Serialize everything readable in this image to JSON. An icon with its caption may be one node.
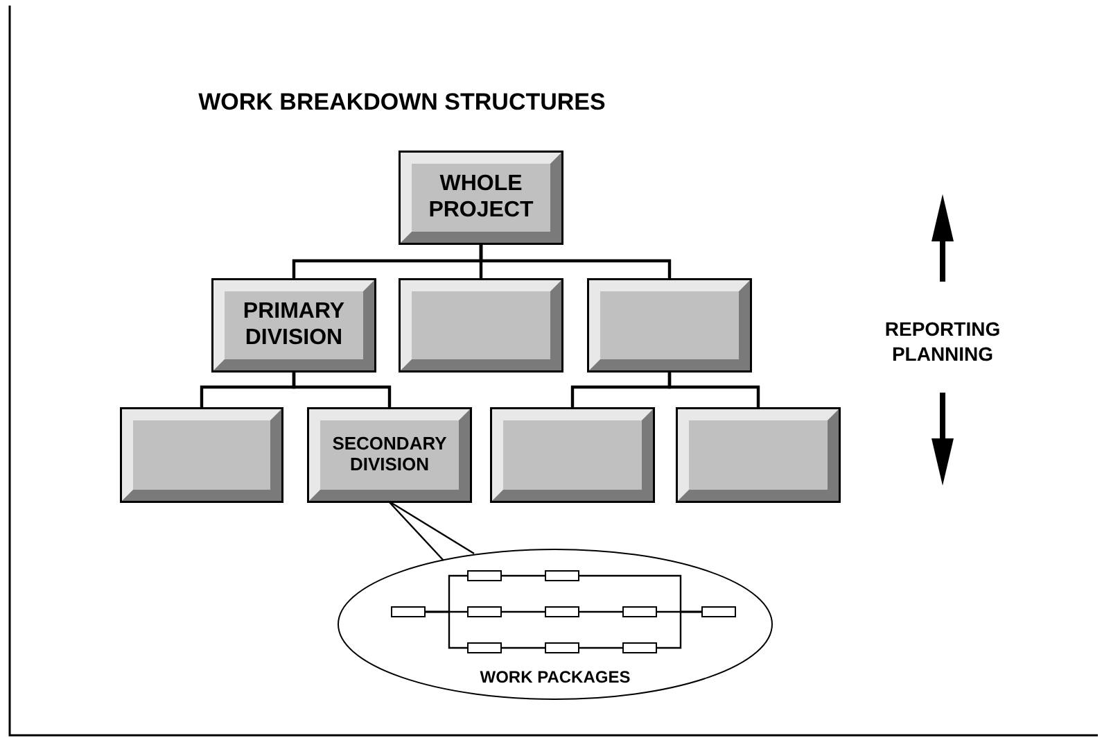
{
  "diagram": {
    "title": "WORK BREAKDOWN STRUCTURES",
    "nodes": [
      {
        "text": [
          "WHOLE PROJECT"
        ]
      },
      {
        "text": [
          "PRIMARY DIVISION"
        ]
      },
      {
        "text": [],
        "shape": "box"
      },
      {
        "text": [],
        "shape": "box"
      },
      {
        "text": [],
        "shape": "box"
      },
      {
        "text": [
          "SECONDARY DIVISION"
        ]
      },
      {
        "text": [],
        "shape": "box"
      },
      {
        "text": [],
        "shape": "box"
      },
      {
        "text": [
          "WORK PACKAGES"
        ]
      },
      {
        "text": [],
        "shape": "box",
        "in": 8
      },
      {
        "text": [],
        "shape": "box",
        "in": 8
      },
      {
        "text": [],
        "shape": "box",
        "in": 8
      },
      {
        "text": [],
        "shape": "box",
        "in": 8
      },
      {
        "text": [],
        "shape": "box",
        "in": 8
      },
      {
        "text": [],
        "shape": "box",
        "in": 8
      },
      {
        "text": [],
        "shape": "box",
        "in": 8
      },
      {
        "text": [],
        "shape": "box",
        "in": 8
      },
      {
        "text": [],
        "shape": "box",
        "in": 8
      },
      {
        "text": [],
        "shape": "box",
        "in": 8
      }
    ],
    "edges": [
      {
        "from": 0,
        "to": 1,
        "arrow": "none"
      },
      {
        "from": 0,
        "to": 2,
        "arrow": "none"
      },
      {
        "from": 0,
        "to": 3,
        "arrow": "none"
      },
      {
        "from": 1,
        "to": 4,
        "arrow": "none"
      },
      {
        "from": 1,
        "to": 5,
        "arrow": "none"
      },
      {
        "from": 3,
        "to": 6,
        "arrow": "none"
      },
      {
        "from": 3,
        "to": 7,
        "arrow": "none"
      },
      {
        "from": 8,
        "to": 5,
        "arrow": "none"
      },
      {
        "from": 11,
        "to": 9,
        "arrow": "none"
      },
      {
        "from": 11,
        "to": 12,
        "arrow": "none"
      },
      {
        "from": 11,
        "to": 16,
        "arrow": "none"
      },
      {
        "from": 9,
        "to": 10,
        "arrow": "none"
      },
      {
        "from": 10,
        "to": 15,
        "arrow": "none"
      },
      {
        "from": 12,
        "to": 13,
        "arrow": "none"
      },
      {
        "from": 13,
        "to": 14,
        "arrow": "none"
      },
      {
        "from": 14,
        "to": 15,
        "arrow": "none"
      },
      {
        "from": 16,
        "to": 17,
        "arrow": "none"
      },
      {
        "from": 17,
        "to": 18,
        "arrow": "none"
      },
      {
        "from": 18,
        "to": 15,
        "arrow": "none"
      }
    ],
    "labels": [
      "REPORTING",
      "PLANNING"
    ]
  }
}
